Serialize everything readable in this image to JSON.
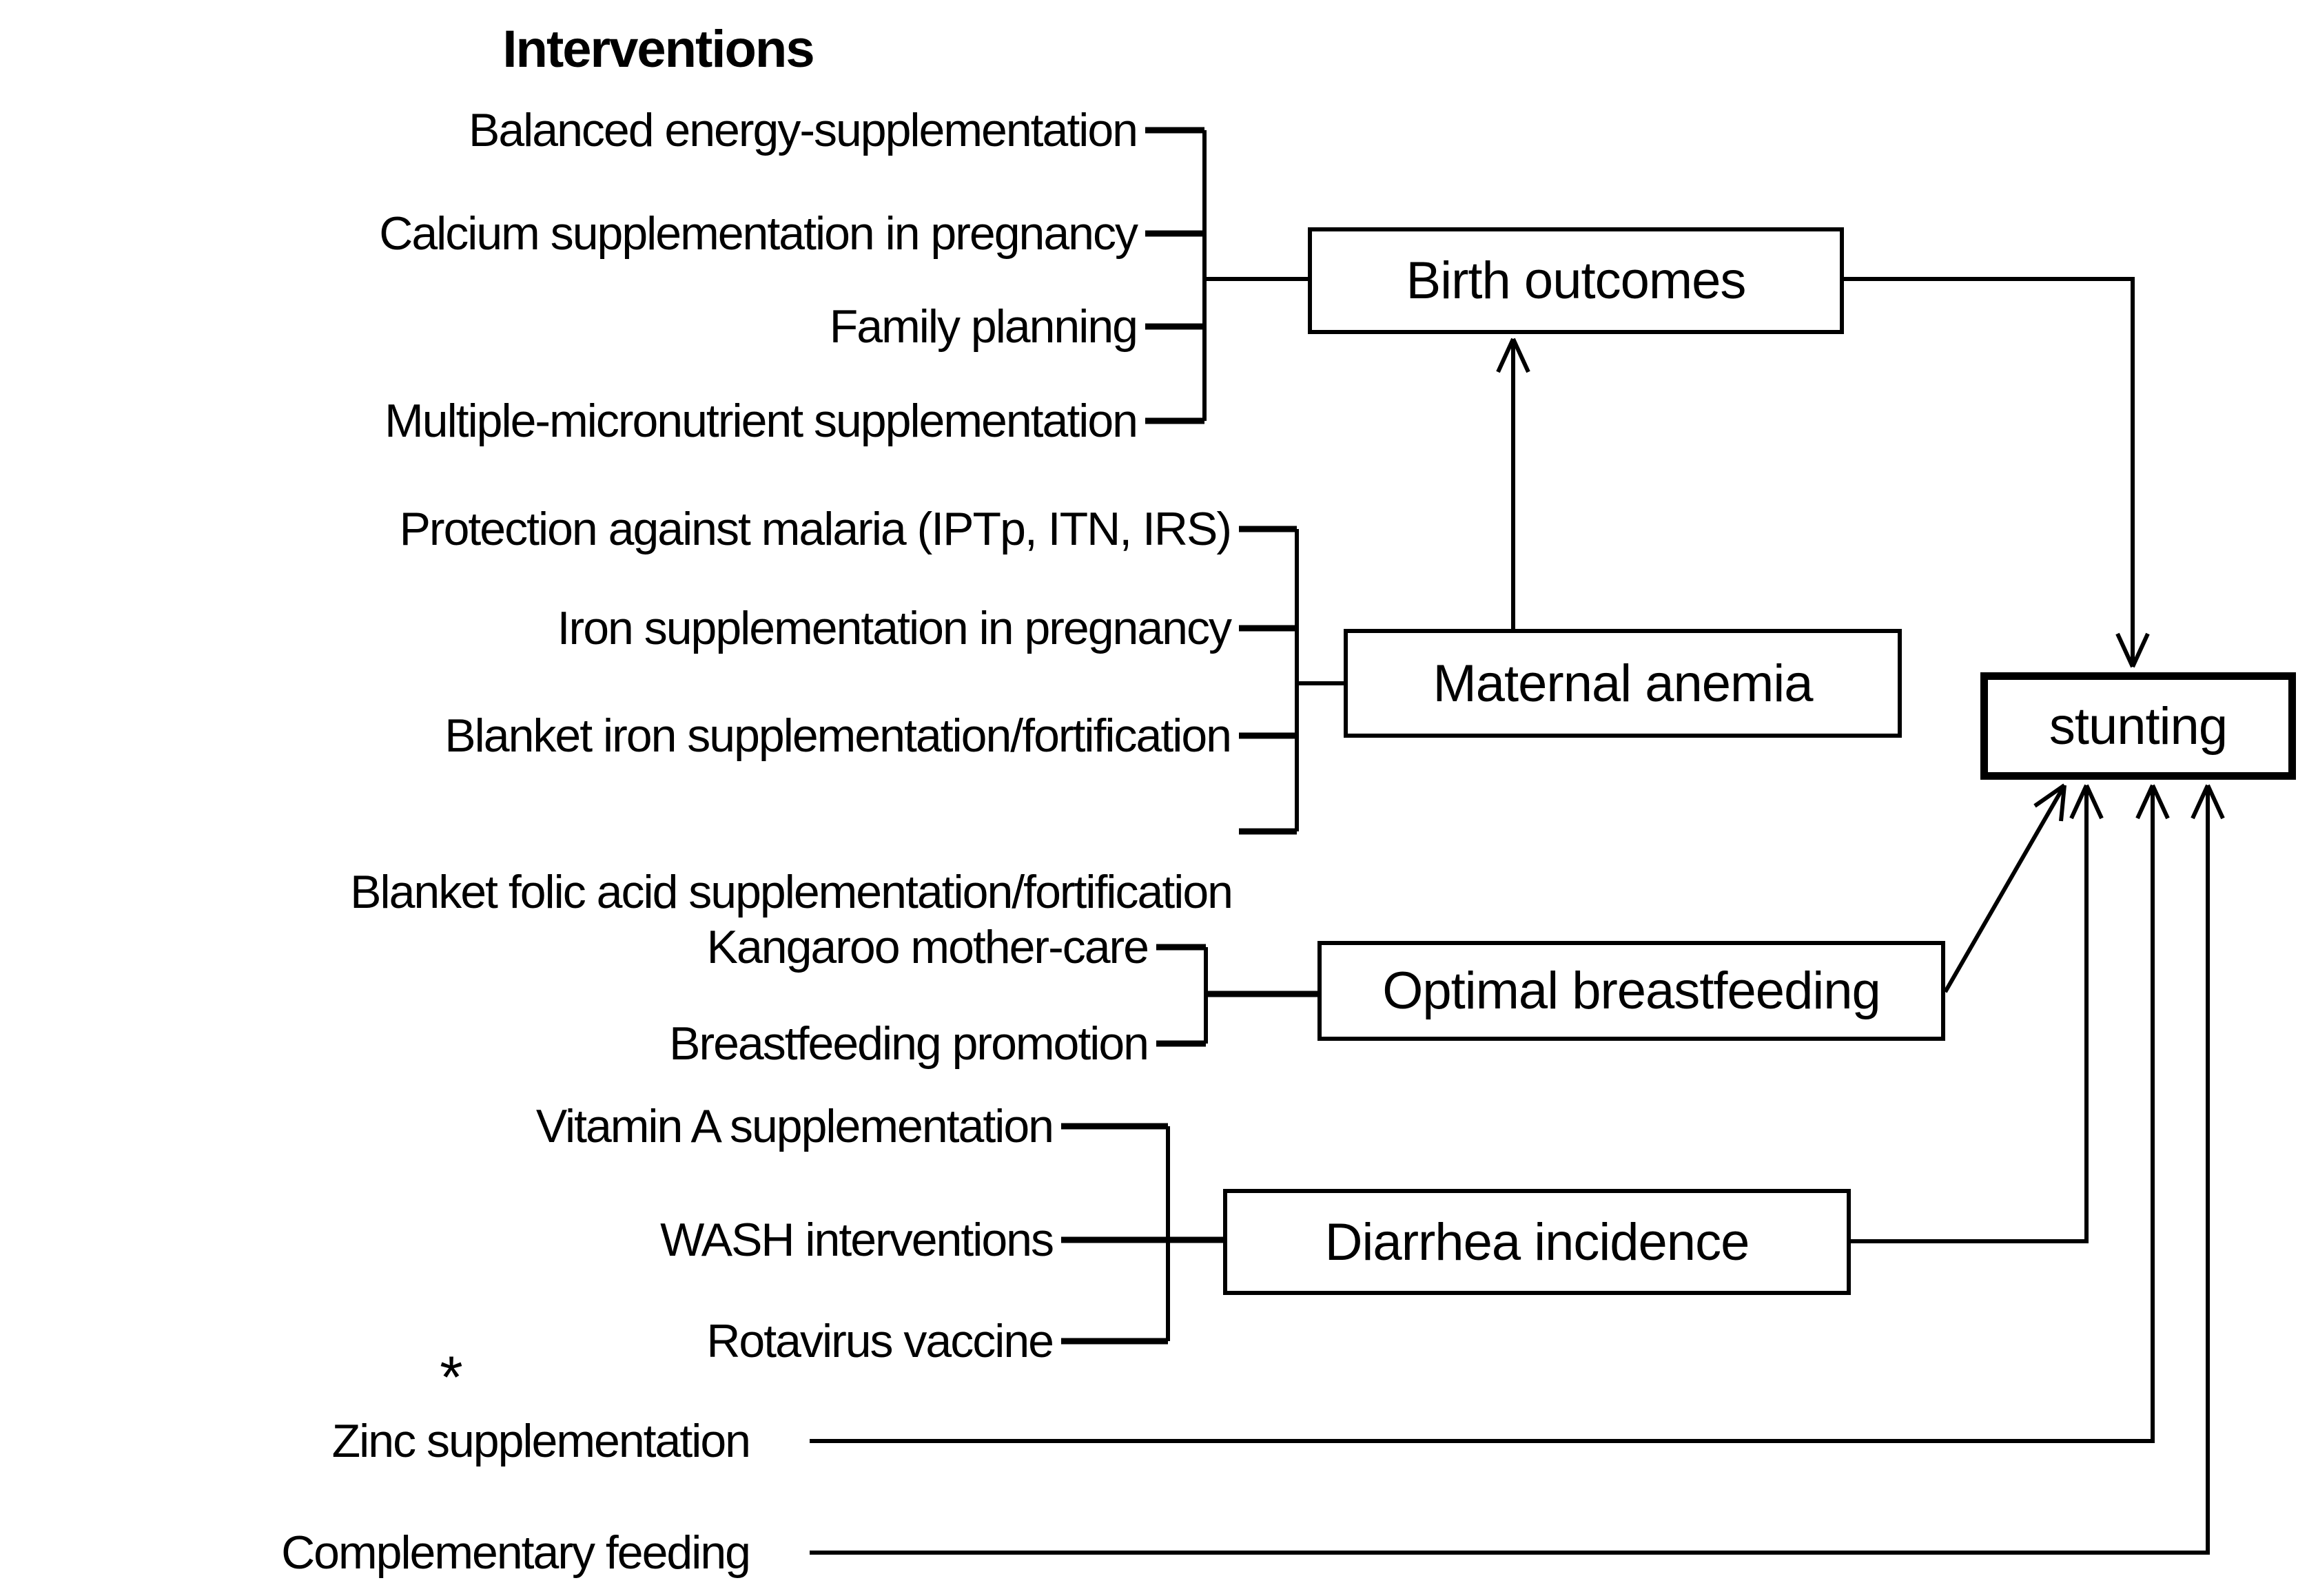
{
  "title": "Interventions",
  "final_outcome": "stunting",
  "footnote_marker": "*",
  "groups": [
    {
      "outcome": "Birth outcomes",
      "items": [
        "Balanced energy-supplementation",
        "Calcium supplementation in pregnancy",
        "Family planning",
        "Multiple-micronutrient supplementation"
      ]
    },
    {
      "outcome": "Maternal anemia",
      "items": [
        "Protection against malaria (IPTp, ITN, IRS)",
        "Iron supplementation in pregnancy",
        "Blanket iron supplementation/fortification",
        "Blanket folic acid supplementation/fortification"
      ]
    },
    {
      "outcome": "Optimal breastfeeding",
      "items": [
        "Kangaroo mother-care",
        "Breastfeeding promotion"
      ]
    },
    {
      "outcome": "Diarrhea incidence",
      "items": [
        "Vitamin A supplementation",
        "WASH interventions",
        "Rotavirus vaccine"
      ]
    },
    {
      "outcome": "stunting",
      "items": [
        "Zinc supplementation",
        "Complementary feeding"
      ]
    }
  ],
  "nodes": {
    "birth_outcomes": "Birth outcomes",
    "maternal_anemia": "Maternal anemia",
    "optimal_breastfeeding": "Optimal breastfeeding",
    "diarrhea_incidence": "Diarrhea incidence",
    "stunting": "stunting"
  },
  "edges": [
    {
      "from": "Balanced energy-supplementation",
      "to": "Birth outcomes"
    },
    {
      "from": "Calcium supplementation in pregnancy",
      "to": "Birth outcomes"
    },
    {
      "from": "Family planning",
      "to": "Birth outcomes"
    },
    {
      "from": "Multiple-micronutrient supplementation",
      "to": "Birth outcomes"
    },
    {
      "from": "Protection against malaria (IPTp, ITN, IRS)",
      "to": "Maternal anemia"
    },
    {
      "from": "Iron supplementation in pregnancy",
      "to": "Maternal anemia"
    },
    {
      "from": "Blanket iron supplementation/fortification",
      "to": "Maternal anemia"
    },
    {
      "from": "Blanket folic acid supplementation/fortification",
      "to": "Maternal anemia"
    },
    {
      "from": "Maternal anemia",
      "to": "Birth outcomes"
    },
    {
      "from": "Birth outcomes",
      "to": "stunting"
    },
    {
      "from": "Kangaroo mother-care",
      "to": "Optimal breastfeeding"
    },
    {
      "from": "Breastfeeding promotion",
      "to": "Optimal breastfeeding"
    },
    {
      "from": "Optimal breastfeeding",
      "to": "stunting"
    },
    {
      "from": "Vitamin A supplementation",
      "to": "Diarrhea incidence"
    },
    {
      "from": "WASH interventions",
      "to": "Diarrhea incidence"
    },
    {
      "from": "Rotavirus vaccine",
      "to": "Diarrhea incidence"
    },
    {
      "from": "Diarrhea incidence",
      "to": "stunting"
    },
    {
      "from": "Zinc supplementation",
      "to": "stunting"
    },
    {
      "from": "Complementary feeding",
      "to": "stunting"
    }
  ],
  "colors": {
    "line": "#000000",
    "text": "#000000",
    "background": "#ffffff"
  }
}
